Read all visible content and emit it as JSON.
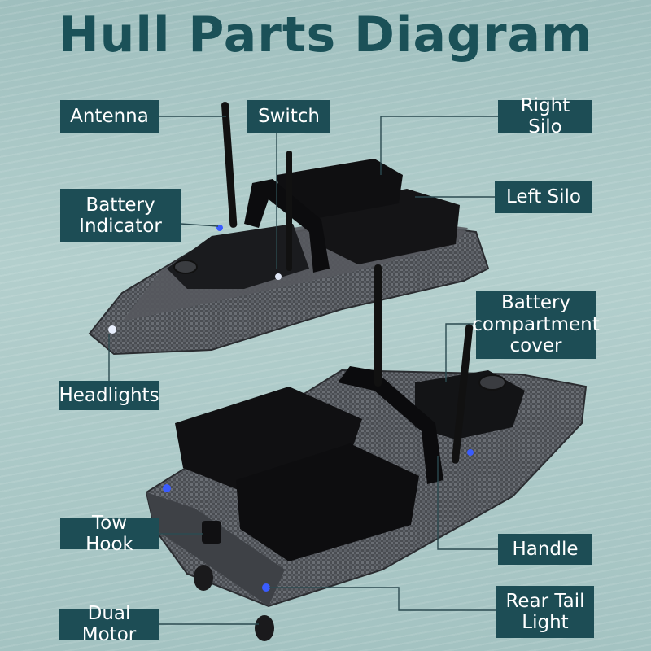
{
  "title": "Hull Parts Diagram",
  "labels": {
    "antenna": "Antenna",
    "switch": "Switch",
    "right_silo": "Right Silo",
    "battery_indicator": "Battery\nIndicator",
    "left_silo": "Left Silo",
    "battery_cover": "Battery\ncompartment\ncover",
    "headlights": "Headlights",
    "tow_hook": "Tow Hook",
    "handle": "Handle",
    "rear_tail_light": "Rear Tail\nLight",
    "dual_motor": "Dual Motor"
  },
  "colors": {
    "label_bg": "#1d4d55",
    "title": "#1b5158",
    "leader": "#2b4a50",
    "led": "#3a5cff"
  }
}
